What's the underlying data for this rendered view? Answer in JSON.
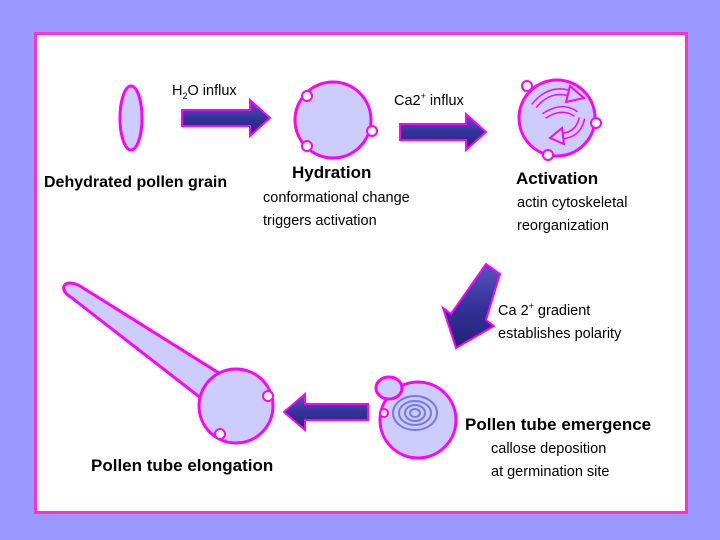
{
  "labels": {
    "dehydrated": "Dehydrated pollen grain",
    "hydration": "Hydration",
    "hydration_desc_1": "conformational change",
    "hydration_desc_2": "triggers activation",
    "activation": "Activation",
    "activation_desc_1": "actin cytoskeletal",
    "activation_desc_2": "reorganization",
    "gradient_1": "Ca 2",
    "gradient_sup": "+",
    "gradient_2": " gradient",
    "gradient_3": "establishes polarity",
    "emergence": "Pollen tube emergence",
    "emergence_desc_1": "callose deposition",
    "emergence_desc_2": "at germination site",
    "elongation": "Pollen tube elongation"
  },
  "arrows": {
    "h2o_1": "H",
    "h2o_sub": "2",
    "h2o_2": "O influx",
    "ca_1": "Ca2",
    "ca_sup": "+",
    "ca_2": " influx"
  },
  "colors": {
    "background": "#9999ff",
    "border": "#ff33cc",
    "cell_fill": "#ccccff",
    "cell_stroke": "#ff00ff",
    "arrow_fill": "#333399"
  }
}
